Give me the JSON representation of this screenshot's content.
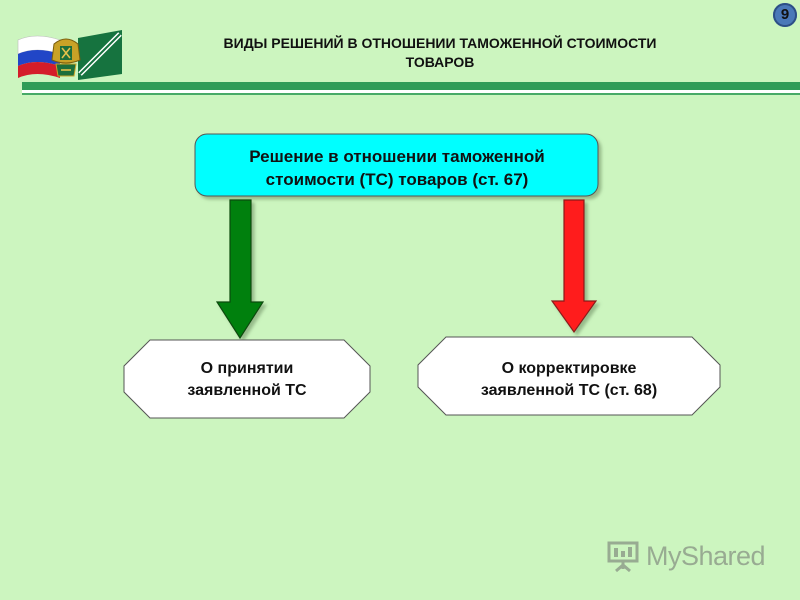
{
  "header": {
    "title_line1": "ВИДЫ РЕШЕНИЙ В ОТНОШЕНИИ ТАМОЖЕННОЙ СТОИМОСТИ",
    "title_line2": "ТОВАРОВ",
    "page_number": "9",
    "logo": "customs-emblem-with-russian-flag"
  },
  "diagram": {
    "root": {
      "line1": "Решение в отношении таможенной",
      "line2": "стоимости (ТС) товаров (ст. 67)",
      "fill": "#00ffff"
    },
    "arrows": [
      {
        "target": "left",
        "color": "#00800f"
      },
      {
        "target": "right",
        "color": "#ff1a1a"
      }
    ],
    "left_node": {
      "line1": "О принятии",
      "line2": "заявленной ТС"
    },
    "right_node": {
      "line1": "О корректировке",
      "line2": "заявленной ТС (ст. 68)"
    }
  },
  "watermark": {
    "text": "MyShared",
    "icon": "presentation-board-icon"
  },
  "colors": {
    "background": "#ccf5bf",
    "rule": "#2f9c57",
    "badge": "#4a78b8"
  }
}
